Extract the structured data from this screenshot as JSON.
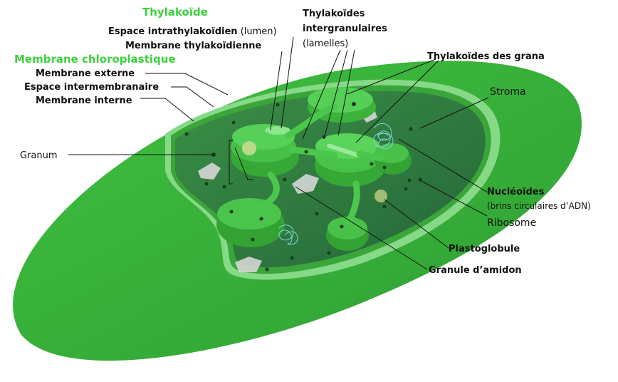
{
  "labels": {
    "thylakoid_header": "Thylakoïde",
    "intrathylakoid_space": "Espace intrathylakoïdien",
    "intrathylakoid_space_note": "(lumen)",
    "thylakoid_membrane": "Membrane thylakoïdienne",
    "chloroplast_membrane_header": "Membrane chloroplastique",
    "outer_membrane": "Membrane externe",
    "intermembrane_space": "Espace intermembranaire",
    "inner_membrane": "Membrane interne",
    "granum": "Granum",
    "intergranal_thylakoids_line1": "Thylakoïdes",
    "intergranal_thylakoids_line2": "intergranulaires",
    "intergranal_thylakoids_note": "(lamelles)",
    "granal_thylakoids": "Thylakoïdes des grana",
    "stroma": "Stroma",
    "nucleoids": "Nucléoïdes",
    "nucleoids_note": "(brins circulaires d’ADN)",
    "ribosome": "Ribosome",
    "plastoglobule": "Plastoglobule",
    "starch_granule": "Granule d’amidon"
  },
  "colors": {
    "outer_membrane": "#3cb83c",
    "inner_band": "#8fdc8f",
    "stroma": "#2f7d3a",
    "thylakoid": "#45c445",
    "lumen": "#7ee07e",
    "ribosome": "#1b4d1f",
    "plastoglobule": "#c9d98a",
    "starch": "#d9d9d9",
    "header_green": "#3fcf3f"
  }
}
